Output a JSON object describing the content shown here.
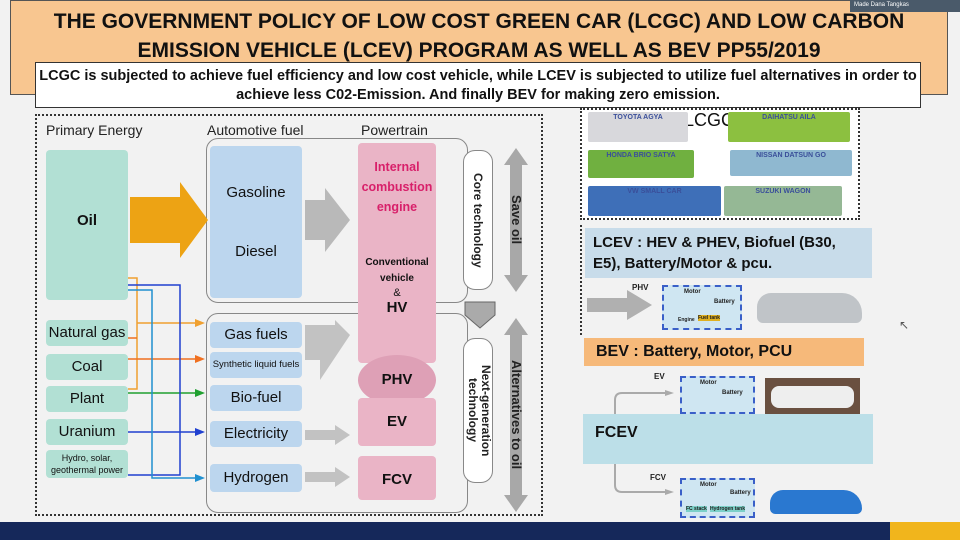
{
  "title": "THE GOVERNMENT POLICY OF LOW COST GREEN CAR (LCGC) AND LOW CARBON EMISSION VEHICLE (LCEV) PROGRAM AS WELL AS BEV PP55/2019",
  "subtitle": "LCGC is subjected to achieve fuel efficiency and low cost vehicle, while LCEV is subjected to utilize fuel alternatives in order to achieve less C02-Emission. And finally BEV for making zero emission.",
  "participant_name": "Made Dana Tangkas",
  "diagram": {
    "headers": {
      "primary": "Primary Energy",
      "fuel": "Automotive fuel",
      "powertrain": "Powertrain"
    },
    "primary_energy": [
      "Oil",
      "Natural gas",
      "Coal",
      "Plant",
      "Uranium",
      "Hydro, solar, geothermal power"
    ],
    "fuels": [
      "Gasoline",
      "Diesel",
      "Gas fuels",
      "Synthetic liquid fuels",
      "Bio-fuel",
      "Electricity",
      "Hydrogen"
    ],
    "powertrain": {
      "ice": "Internal combustion engine",
      "conv": "Conventional vehicle",
      "amp": "&",
      "hv": "HV",
      "phv": "PHV",
      "ev": "EV",
      "fcv": "FCV"
    },
    "core_tech": "Core technology",
    "next_tech": "Next-generation technology",
    "save_oil": "Save oil",
    "alt_oil": "Alternatives to oil"
  },
  "lcgc": {
    "label": "LCGC",
    "cars": [
      "TOYOTA AGYA",
      "DAIHATSU AILA",
      "HONDA BRIO SATYA",
      "NISSAN DATSUN GO",
      "VW SMALL CAR",
      "SUZUKI WAGON"
    ]
  },
  "lcev": {
    "label": "LCEV : HEV & PHEV, Biofuel (B30, E5), Battery/Motor & pcu.",
    "phv": "PHV"
  },
  "bev": {
    "label": "BEV : Battery, Motor, PCU",
    "ev": "EV"
  },
  "fcev": {
    "label": "FCEV",
    "fcv": "FCV"
  },
  "diag_parts": {
    "motor": "Motor",
    "battery": "Battery",
    "engine": "Engine",
    "fuel_tank": "Fuel tank",
    "fc_stack": "FC stack",
    "h2_tank": "Hydrogen tank"
  },
  "colors": {
    "title_bg": "#f8c690",
    "bev": "#f6b97a",
    "lcev": "#c8dcea",
    "fcev": "#bcdfe8",
    "bottom": "#15285a",
    "accent": "#f1b51c"
  }
}
